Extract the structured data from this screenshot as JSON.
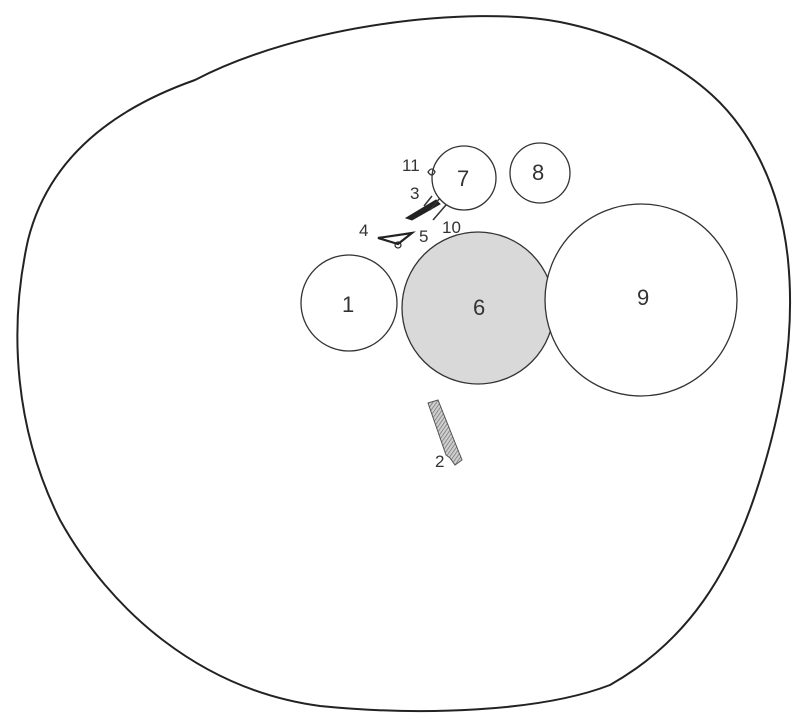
{
  "labels": {
    "l1": "1",
    "l2": "2",
    "l3": "3",
    "l4": "4",
    "l5": "5",
    "l6": "6",
    "l7": "7",
    "l8": "8",
    "l9": "9",
    "l10": "10",
    "l11": "11"
  },
  "colors": {
    "outline": "#222222",
    "shaded_fill": "#d9d9d9",
    "hatched_structure": "#888888",
    "label_text": "#333333"
  }
}
